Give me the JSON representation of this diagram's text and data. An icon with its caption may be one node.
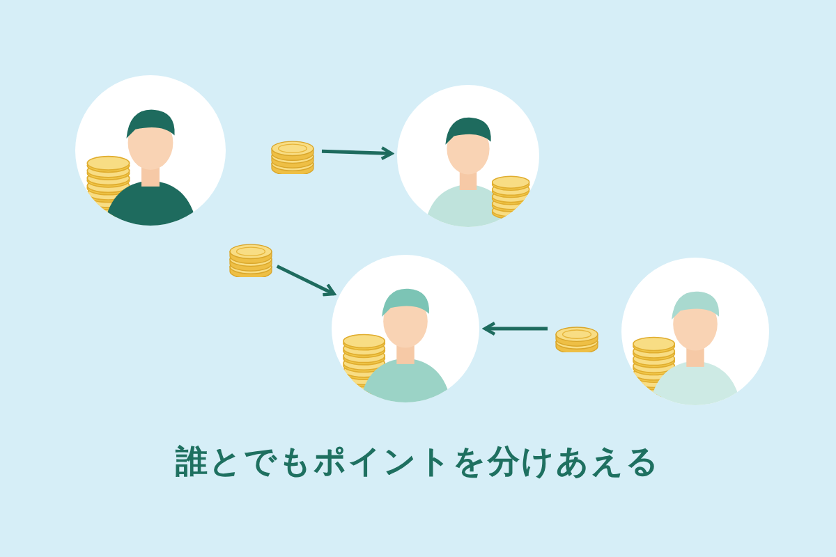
{
  "diagram": {
    "caption": "誰とでもポイントを分けあえる",
    "nodes": [
      {
        "text": [],
        "shape": "picture"
      },
      {
        "text": [],
        "shape": "picture"
      },
      {
        "text": [],
        "shape": "picture"
      },
      {
        "text": [],
        "shape": "picture"
      },
      {
        "text": [],
        "shape": "picture"
      },
      {
        "text": [],
        "shape": "picture"
      },
      {
        "text": [],
        "shape": "picture"
      }
    ],
    "edges": [
      {
        "from": 4,
        "to": 1,
        "arrow": "to"
      },
      {
        "from": 5,
        "to": 2,
        "arrow": "to"
      },
      {
        "from": 6,
        "to": 2,
        "arrow": "to"
      }
    ]
  }
}
